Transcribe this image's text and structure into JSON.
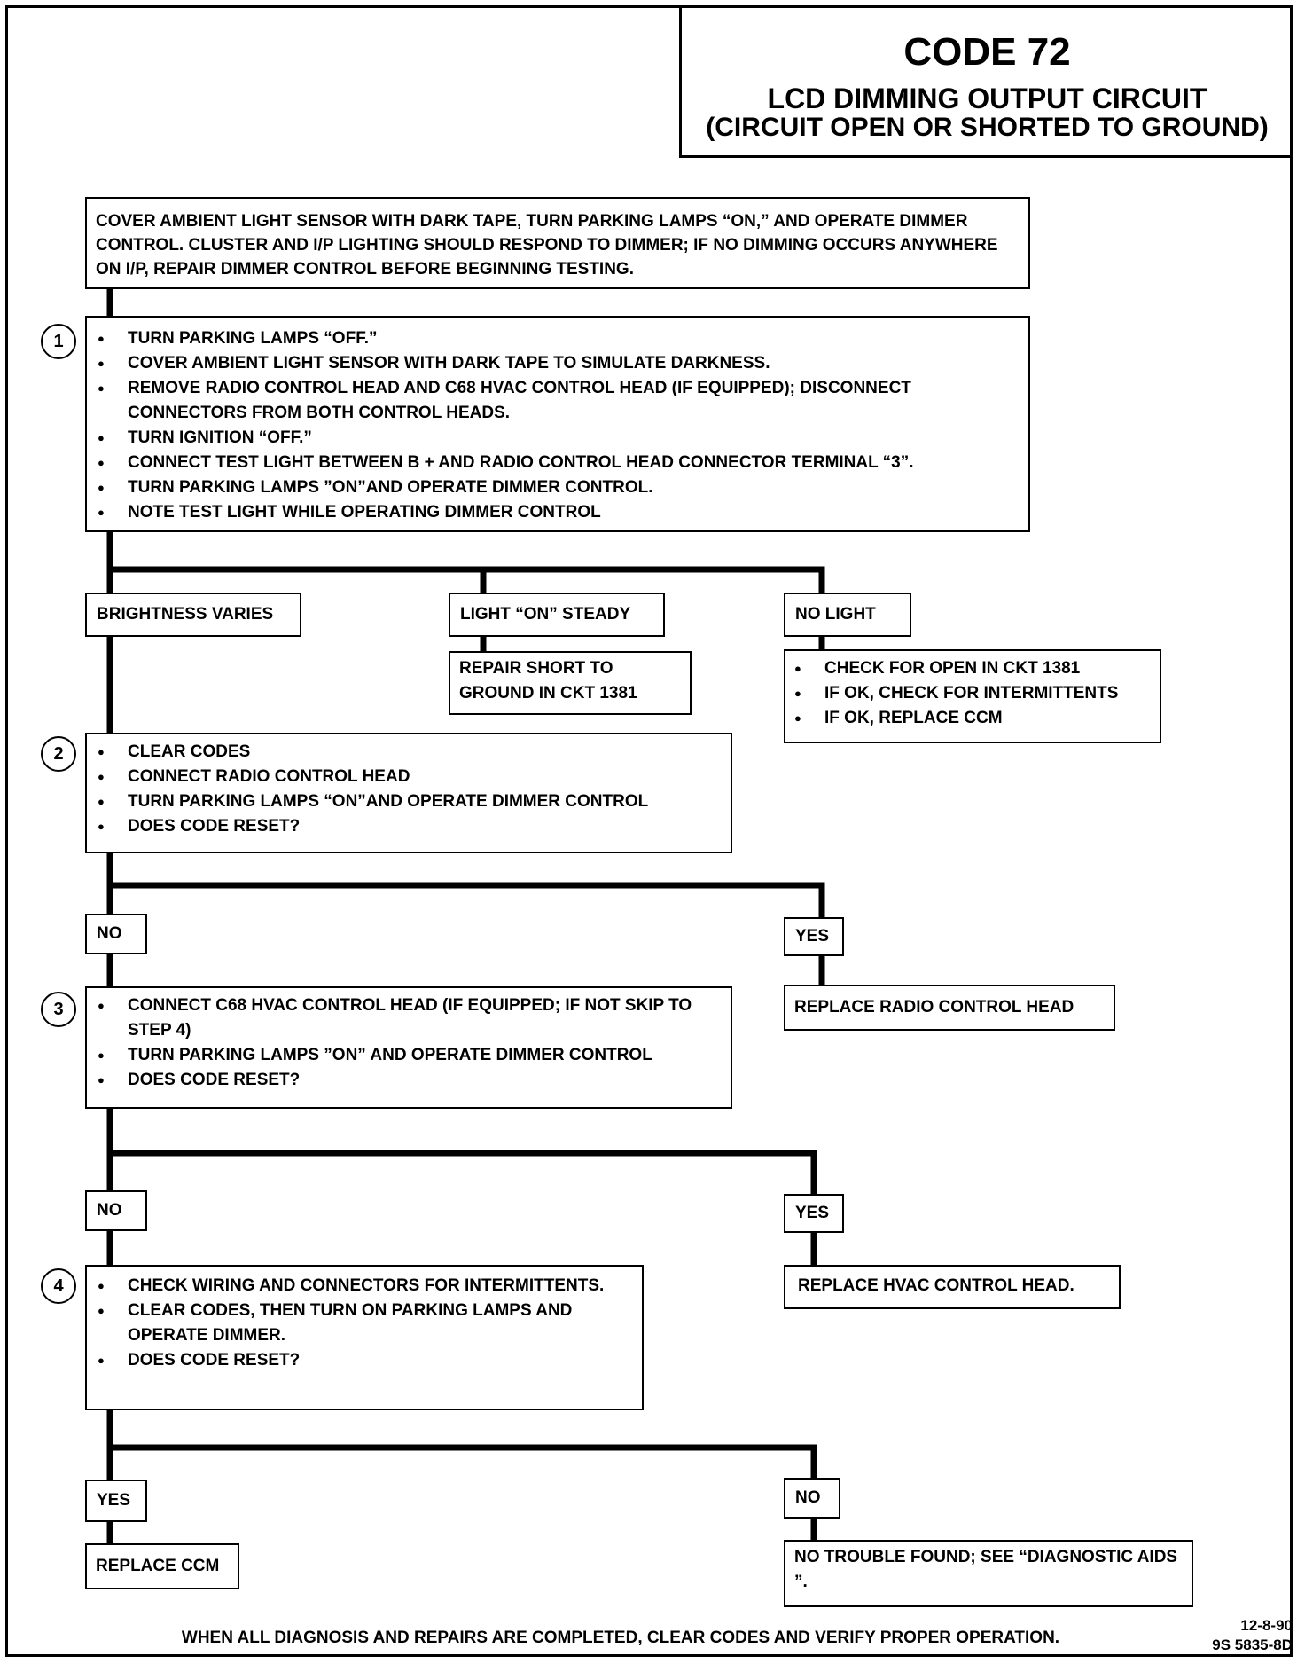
{
  "title": {
    "code": "CODE 72",
    "name": "LCD DIMMING OUTPUT CIRCUIT",
    "condition": "(CIRCUIT OPEN OR SHORTED TO GROUND)"
  },
  "intro": "COVER AMBIENT LIGHT SENSOR WITH DARK TAPE, TURN PARKING LAMPS “ON,” AND OPERATE DIMMER CONTROL.  CLUSTER AND I/P LIGHTING SHOULD RESPOND TO DIMMER; IF NO DIMMING OCCURS ANYWHERE ON I/P, REPAIR DIMMER CONTROL BEFORE BEGINNING TESTING.",
  "steps": [
    {
      "number": "1",
      "items": [
        "TURN PARKING LAMPS “OFF.”",
        "COVER AMBIENT LIGHT SENSOR WITH DARK TAPE TO SIMULATE DARKNESS.",
        "REMOVE RADIO CONTROL HEAD AND C68 HVAC CONTROL HEAD (IF EQUIPPED); DISCONNECT CONNECTORS FROM BOTH CONTROL HEADS.",
        "TURN IGNITION “OFF.”",
        "CONNECT TEST LIGHT BETWEEN B +  AND RADIO CONTROL HEAD CONNECTOR TERMINAL “3”.",
        "TURN PARKING LAMPS ”ON”AND OPERATE DIMMER CONTROL.",
        "NOTE TEST LIGHT WHILE OPERATING DIMMER CONTROL"
      ]
    },
    {
      "number": "2",
      "items": [
        "CLEAR CODES",
        "CONNECT RADIO CONTROL HEAD",
        "TURN PARKING LAMPS “ON”AND OPERATE DIMMER CONTROL",
        "DOES CODE RESET?"
      ]
    },
    {
      "number": "3",
      "items": [
        "CONNECT C68 HVAC CONTROL HEAD (IF EQUIPPED; IF NOT SKIP TO  STEP 4)",
        "TURN PARKING LAMPS ”ON” AND OPERATE DIMMER CONTROL",
        "DOES CODE RESET?"
      ]
    },
    {
      "number": "4",
      "items": [
        "CHECK WIRING AND CONNECTORS FOR INTERMITTENTS.",
        "CLEAR CODES, THEN TURN ON PARKING LAMPS AND OPERATE DIMMER.",
        "DOES CODE RESET?"
      ]
    }
  ],
  "branches1": {
    "brightness_varies": "BRIGHTNESS VARIES",
    "light_on_steady": "LIGHT “ON” STEADY",
    "repair_short": "REPAIR SHORT TO GROUND IN CKT 1381",
    "no_light": "NO LIGHT",
    "no_light_actions": [
      "CHECK FOR OPEN IN CKT 1381",
      "IF OK, CHECK FOR INTERMITTENTS",
      "IF OK, REPLACE CCM"
    ]
  },
  "branches2": {
    "no": "NO",
    "yes": "YES",
    "yes_action": "REPLACE RADIO CONTROL HEAD"
  },
  "branches3": {
    "no": "NO",
    "yes": "YES",
    "yes_action": "REPLACE HVAC CONTROL HEAD."
  },
  "branches4": {
    "yes": "YES",
    "yes_action": "REPLACE CCM",
    "no": "NO",
    "no_action": "NO TROUBLE FOUND; SEE “DIAGNOSTIC AIDS ”."
  },
  "footer": "WHEN ALL DIAGNOSIS AND REPAIRS ARE COMPLETED, CLEAR CODES AND VERIFY PROPER OPERATION.",
  "stamp": {
    "date": "12-8-90",
    "doc_id": "9S 5835-8D"
  }
}
